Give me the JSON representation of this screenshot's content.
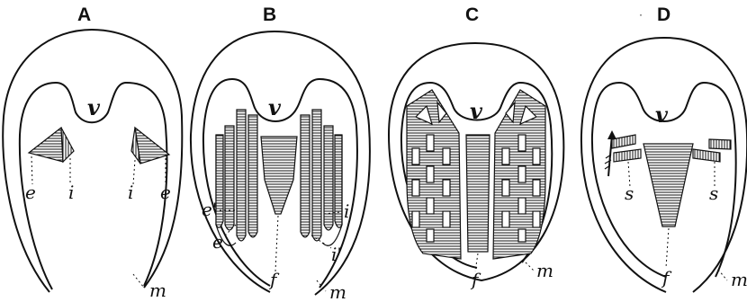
{
  "panels": [
    {
      "id": "A",
      "title": "A",
      "labels": {
        "v": "v",
        "e_left": "e",
        "i_left": "i",
        "i_right": "i",
        "e_right": "e",
        "m": "m"
      }
    },
    {
      "id": "B",
      "title": "B",
      "labels": {
        "v": "v",
        "e_prime": "e'",
        "e": "e",
        "i": "i",
        "i_prime": "i'",
        "f": "f",
        "m": "m"
      }
    },
    {
      "id": "C",
      "title": "C",
      "labels": {
        "v": "v",
        "f": "f",
        "m": "m"
      }
    },
    {
      "id": "D",
      "title": "D",
      "labels": {
        "v": "v",
        "s_left": "s",
        "s_right": "s",
        "f": "f",
        "m": "m"
      }
    }
  ],
  "colors": {
    "ink": "#111111",
    "paper": "#ffffff"
  }
}
